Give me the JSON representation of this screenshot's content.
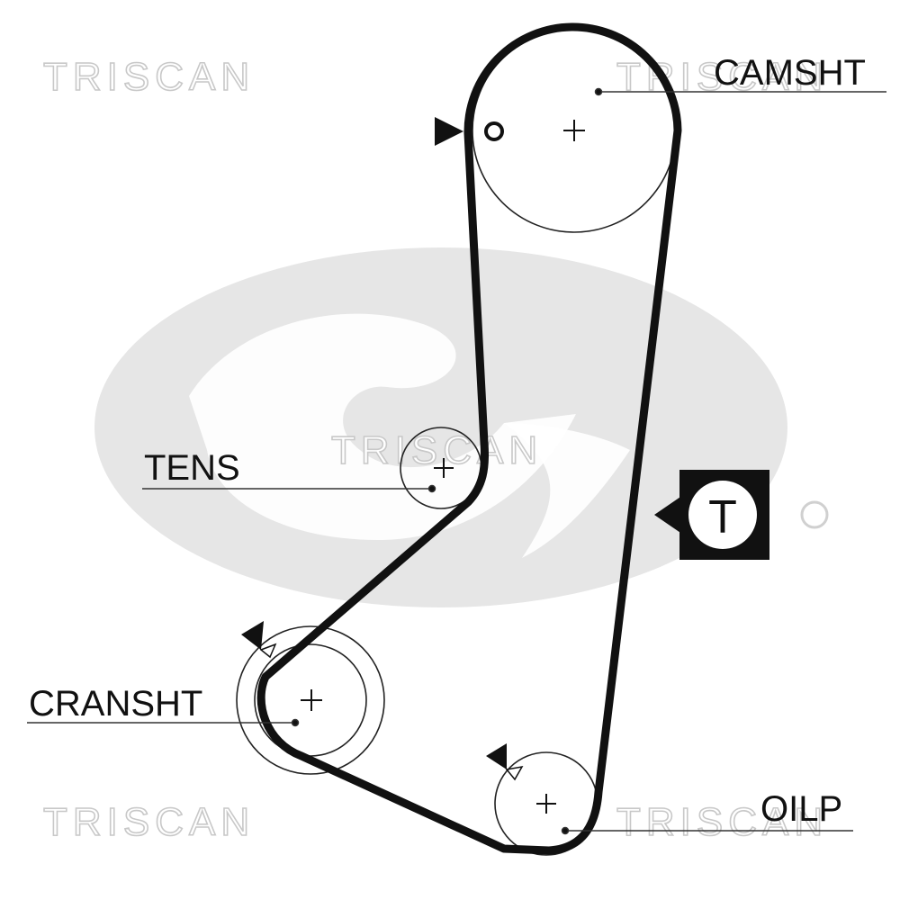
{
  "watermarks": {
    "triscan": "TRISCAN",
    "gates_logo": "Gates"
  },
  "labels": {
    "camshaft": "CAMSHT",
    "tensioner": "TENS",
    "crankshaft": "CRANSHT",
    "oil_pump": "OILP",
    "tension_marker": "T"
  },
  "colors": {
    "ink": "#111111",
    "watermark_fill": "#e6e6e6",
    "watermark_text_stroke": "#c8c8c8"
  },
  "icons": {
    "direction_marker": "triangle-arrow-icon",
    "tension_marker": "tension-check-icon",
    "pulley_center": "crosshair-plus-icon"
  }
}
